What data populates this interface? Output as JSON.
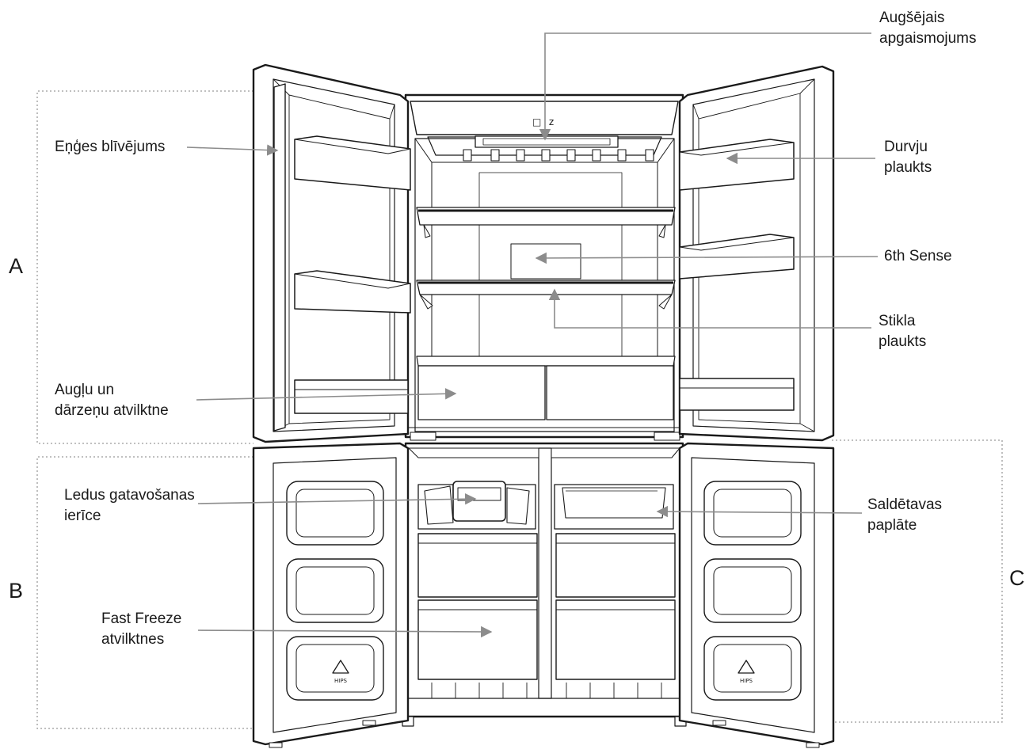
{
  "sections": {
    "a": "A",
    "b": "B",
    "c": "C"
  },
  "labels": {
    "top_light": [
      "Augšējais",
      "apgaismojums"
    ],
    "hinge_seal": [
      "Eņģes blīvējums"
    ],
    "door_shelf": [
      "Durvju",
      "plaukts"
    ],
    "sixth_sense": [
      "6th Sense"
    ],
    "glass_shelf": [
      "Stikla",
      "plaukts"
    ],
    "crisper": [
      "Augļu un",
      "dārzeņu atvilktne"
    ],
    "ice_maker": [
      "Ledus gatavošanas",
      "ierīce"
    ],
    "freezer_tray": [
      "Saldētavas",
      "paplāte"
    ],
    "fast_freeze": [
      "Fast Freeze",
      "atvilktnes"
    ]
  },
  "recycle_marks": {
    "left": "HIPS",
    "right": "HIPS"
  },
  "colors": {
    "line": "#1a1a1a",
    "arrow": "#8c8c8c",
    "dotted": "#9a9a9a"
  }
}
